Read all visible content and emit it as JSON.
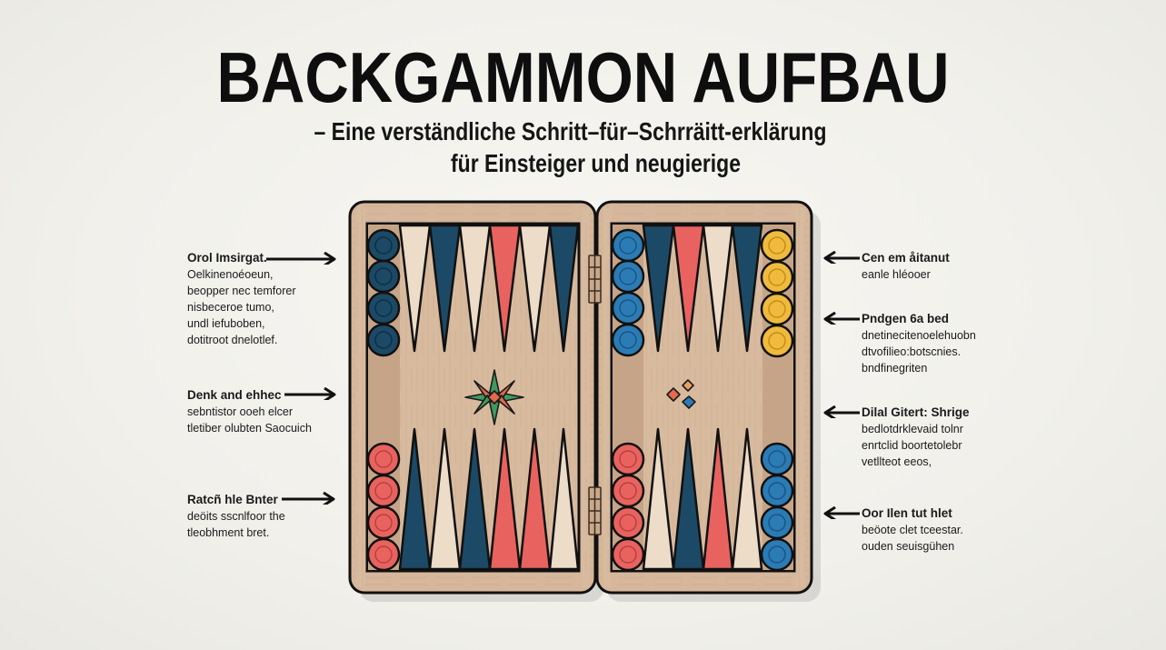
{
  "header": {
    "title": "BACKGAMMON AUFBAU",
    "subtitle_line1": "– Eine verständliche Schritt–für–Schrräitt-erklärung",
    "subtitle_line2": "für Einsteiger und neugierige"
  },
  "annotations_left": [
    {
      "heading": "Orol Imsirgat.",
      "lines": [
        "Oelkinenoéoeun,",
        "beopper nec temforer",
        "nisbeceroe tumo,",
        "undl iefuboben,",
        "dotitroot dnelotlef."
      ],
      "arrow": "right"
    },
    {
      "heading": "Denk and ehhec",
      "lines": [
        "sebntistor ooeh elcer",
        "tletiber olubten Saocuich"
      ],
      "arrow": "right"
    },
    {
      "heading": "Ratcñ hle Bnter",
      "lines": [
        "deöits sscnlfoor the",
        "tleobhment bret."
      ],
      "arrow": "right"
    }
  ],
  "annotations_right": [
    {
      "heading": "Cen em åitanut",
      "lines": [
        "eanle hléooer"
      ],
      "arrow": "left"
    },
    {
      "heading": "Pndgen 6a bed",
      "lines": [
        "dnetinecitenoelehuobn",
        "dtvofilieo:botscnies.",
        "bndfinegriten"
      ],
      "arrow": "left"
    },
    {
      "heading": "Dilal Gitert: Shrige",
      "lines": [
        "bedlotdrklevaid tolnr",
        "enrtclid boortetolebr",
        "vetllteot eeos,"
      ],
      "arrow": "left"
    },
    {
      "heading": "Oor Ilen tut hlet",
      "lines": [
        "beöote clet tceestar.",
        "ouden seuisgühen"
      ],
      "arrow": "left"
    }
  ],
  "board": {
    "colors": {
      "wood": "#d6b79b",
      "wood_dark": "#c9a98b",
      "outline": "#111111",
      "navy": "#1c4a66",
      "red": "#e8635f",
      "cream": "#ecdcc8",
      "blue_checker": "#2b7bb5",
      "yellow_checker": "#f0bb3c",
      "green": "#3f9a5f",
      "orange": "#e36a4d"
    },
    "left_half": {
      "top_checkers": {
        "color": "navy",
        "count": 4
      },
      "bottom_checkers": {
        "color": "red",
        "count": 4
      },
      "top_points": [
        "cream",
        "navy",
        "cream",
        "red",
        "cream",
        "navy"
      ],
      "bottom_points": [
        "navy",
        "cream",
        "navy",
        "red",
        "red",
        "cream"
      ],
      "center_ornament": "star-compass"
    },
    "right_half": {
      "top_left_checkers": {
        "color": "blue",
        "count": 4
      },
      "top_right_checkers": {
        "color": "yellow",
        "count": 4
      },
      "bottom_left_checkers": {
        "color": "red",
        "count": 4
      },
      "bottom_right_checkers": {
        "color": "blue",
        "count": 4
      },
      "top_points": [
        "navy",
        "red",
        "cream",
        "navy"
      ],
      "bottom_points": [
        "cream",
        "navy",
        "red",
        "cream"
      ],
      "center_ornament": "three-diamonds"
    },
    "hinges": 2
  }
}
